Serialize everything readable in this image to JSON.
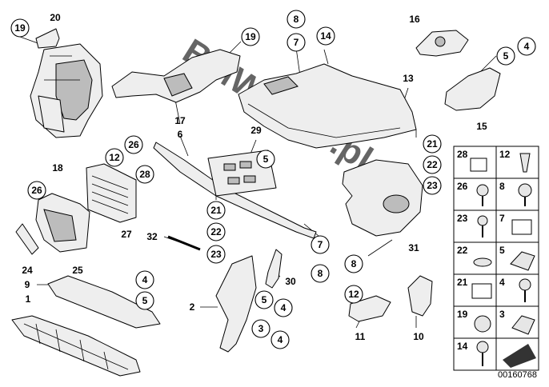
{
  "watermark": "BMWstore.pl",
  "diagram_id": "00160768",
  "callouts": [
    "19",
    "8",
    "7",
    "14",
    "19",
    "16",
    "5",
    "4",
    "12",
    "26",
    "28",
    "26",
    "5",
    "21",
    "22",
    "23",
    "12",
    "8",
    "4",
    "5",
    "5",
    "4",
    "3",
    "4",
    "7",
    "8",
    "21",
    "22",
    "23"
  ],
  "plain_labels": [
    "20",
    "13",
    "17",
    "6",
    "18",
    "29",
    "15",
    "27",
    "32",
    "24",
    "25",
    "9",
    "1",
    "2",
    "30",
    "11",
    "10",
    "31"
  ],
  "fastener_table": [
    {
      "a": "28",
      "b": "12"
    },
    {
      "a": "26",
      "b": "8"
    },
    {
      "a": "23",
      "b": "7"
    },
    {
      "a": "22",
      "b": "5"
    },
    {
      "a": "21",
      "b": "4"
    },
    {
      "a": "19",
      "b": "3"
    },
    {
      "a": "14",
      "b": ""
    }
  ]
}
